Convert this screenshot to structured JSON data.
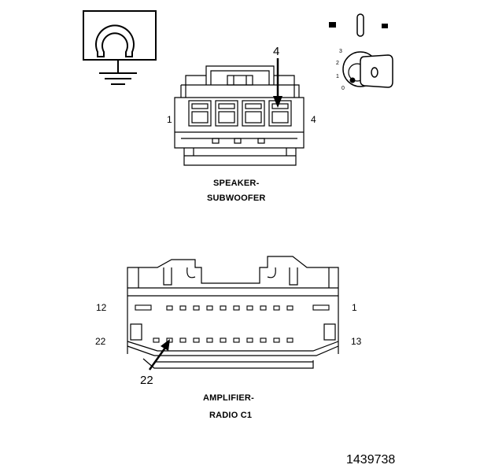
{
  "speaker_connector": {
    "caption_line1": "SPEAKER-",
    "caption_line2": "SUBWOOFER",
    "pin_left": "1",
    "pin_right": "4",
    "callout": "4"
  },
  "amplifier_connector": {
    "caption_line1": "AMPLIFIER-",
    "caption_line2": "RADIO C1",
    "pin_top_left": "12",
    "pin_top_right": "1",
    "pin_bottom_left": "22",
    "pin_bottom_right": "13",
    "callout": "22"
  },
  "ignition_key": {
    "positions": [
      "3",
      "2",
      "1",
      "0"
    ]
  },
  "reference_number": "1439738",
  "icons": [
    "ohmmeter-symbol-icon",
    "ground-symbol-icon",
    "ignition-switch-icon",
    "ignition-key-icon"
  ]
}
